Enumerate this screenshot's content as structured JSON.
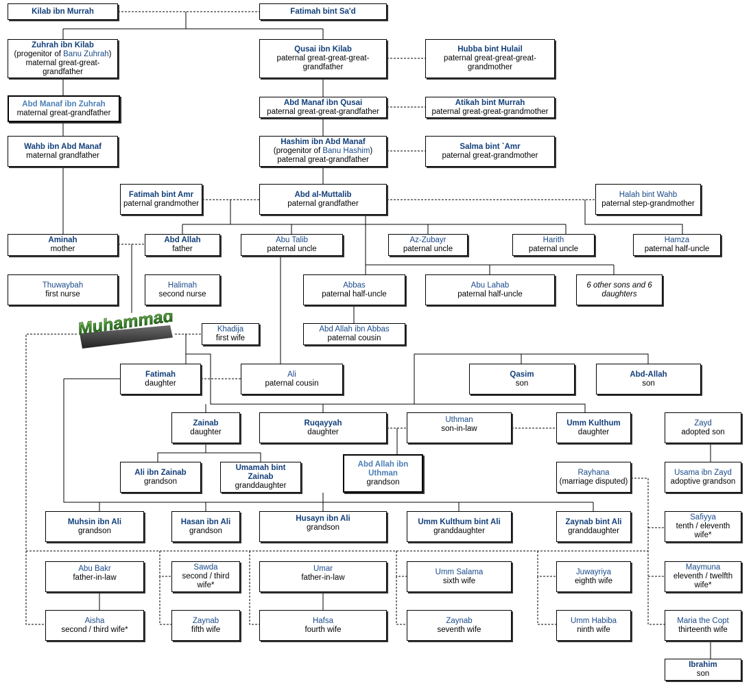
{
  "nodes": {
    "kilab": {
      "name": "Kilab ibn Murrah"
    },
    "fatimah_sad": {
      "name": "Fatimah bint Sa'd"
    },
    "zuhrah": {
      "name": "Zuhrah ibn Kilab",
      "pre": "(progenitor of ",
      "link": "Banu Zuhrah",
      "post": ")",
      "sub": "maternal great-great-grandfather"
    },
    "qusai": {
      "name": "Qusai ibn Kilab",
      "sub": "paternal great-great-great-grandfather"
    },
    "hubba": {
      "name": "Hubba bint Hulail",
      "sub": "paternal great-great-great-grandmother"
    },
    "abd_manaf_zuhrah": {
      "name": "Abd Manaf ibn Zuhrah",
      "sub": "maternal great-grandfather"
    },
    "abd_manaf_qusai": {
      "name": "Abd Manaf ibn Qusai",
      "sub": "paternal great-great-grandfather"
    },
    "atikah": {
      "name": "Atikah bint Murrah",
      "sub": "paternal great-great-grandmother"
    },
    "wahb": {
      "name": "Wahb ibn  Abd Manaf",
      "sub": "maternal grandfather"
    },
    "hashim": {
      "name": "Hashim ibn  Abd Manaf",
      "pre": "(progenitor of ",
      "link": "Banu Hashim",
      "post": ")",
      "sub": "paternal great-grandfather"
    },
    "salma": {
      "name": "Salma bint `Amr",
      "sub": "paternal great-grandmother"
    },
    "fatimah_amr": {
      "name": "Fatimah bint  Amr",
      "sub": "paternal grandmother"
    },
    "abd_muttalib": {
      "name": "Abd al-Muttalib",
      "sub": "paternal grandfather"
    },
    "halah": {
      "name": "Halah bint Wahb",
      "sub": "paternal step-grandmother"
    },
    "aminah": {
      "name": "Aminah",
      "sub": "mother"
    },
    "abd_allah": {
      "name": "Abd Allah",
      "sub": "father"
    },
    "abu_talib": {
      "name": "Abu Talib",
      "sub": "paternal uncle"
    },
    "az_zubayr": {
      "name": "Az-Zubayr",
      "sub": "paternal uncle"
    },
    "harith": {
      "name": "Harith",
      "sub": "paternal uncle"
    },
    "hamza": {
      "name": "Hamza",
      "sub": "paternal half-uncle"
    },
    "thuwaybah": {
      "name": "Thuwaybah",
      "sub": "first nurse"
    },
    "halimah": {
      "name": "Halimah",
      "sub": "second nurse"
    },
    "abbas": {
      "name": "Abbas",
      "sub": "paternal half-uncle"
    },
    "abu_lahab": {
      "name": "Abu Lahab",
      "sub": "paternal half-uncle"
    },
    "other_sons": {
      "sub": "6 other sons and 6 daughters"
    },
    "khadija": {
      "name": "Khadija",
      "sub": "first wife"
    },
    "abd_allah_abbas": {
      "name": "Abd Allah ibn  Abbas",
      "sub": "paternal cousin"
    },
    "fatimah": {
      "name": "Fatimah",
      "sub": "daughter"
    },
    "ali": {
      "name": "Ali",
      "sub": "paternal cousin"
    },
    "qasim": {
      "name": "Qasim",
      "sub": "son"
    },
    "abd_allah_son": {
      "name": "Abd-Allah",
      "sub": "son"
    },
    "zainab": {
      "name": "Zainab",
      "sub": "daughter"
    },
    "ruqayyah": {
      "name": "Ruqayyah",
      "sub": "daughter"
    },
    "uthman": {
      "name": "Uthman",
      "sub": "son-in-law"
    },
    "umm_kulthum": {
      "name": "Umm Kulthum",
      "sub": "daughter"
    },
    "zayd": {
      "name": "Zayd",
      "sub": "adopted son"
    },
    "ali_zainab": {
      "name": "Ali ibn Zainab",
      "sub": "grandson"
    },
    "umamah": {
      "name": "Umamah bint Zainab",
      "sub": "granddaughter"
    },
    "abd_allah_uthman": {
      "name": "Abd Allah ibn Uthman",
      "sub": "grandson"
    },
    "rayhana": {
      "name": "Rayhana",
      "sub": "(marriage disputed)"
    },
    "usama": {
      "name": "Usama ibn Zayd",
      "sub": "adoptive grandson"
    },
    "muhsin": {
      "name": "Muhsin ibn Ali",
      "sub": "grandson"
    },
    "hasan": {
      "name": "Hasan ibn Ali",
      "sub": "grandson"
    },
    "husayn": {
      "name": "Husayn ibn Ali",
      "sub": "grandson"
    },
    "umm_kulthum_ali": {
      "name": "Umm Kulthum bint Ali",
      "sub": "granddaughter"
    },
    "zaynab_ali": {
      "name": "Zaynab bint Ali",
      "sub": "granddaughter"
    },
    "safiyya": {
      "name": "Safiyya",
      "sub": "tenth / eleventh wife*"
    },
    "abu_bakr": {
      "name": "Abu Bakr",
      "sub": "father-in-law"
    },
    "sawda": {
      "name": "Sawda",
      "sub": "second / third wife*"
    },
    "umar": {
      "name": "Umar",
      "sub": "father-in-law"
    },
    "umm_salama": {
      "name": "Umm Salama",
      "sub": "sixth wife"
    },
    "juwayriya": {
      "name": "Juwayriya",
      "sub": "eighth wife"
    },
    "maymuna": {
      "name": "Maymuna",
      "sub": "eleventh / twelfth wife*"
    },
    "aisha": {
      "name": "Aisha",
      "sub": "second / third wife*"
    },
    "zaynab_wife": {
      "name": "Zaynab",
      "sub": "fifth wife"
    },
    "hafsa": {
      "name": "Hafsa",
      "sub": "fourth wife"
    },
    "zaynab_seventh": {
      "name": "Zaynab",
      "sub": "seventh wife"
    },
    "umm_habiba": {
      "name": "Umm Habiba",
      "sub": "ninth wife"
    },
    "maria": {
      "name": "Maria the Copt",
      "sub": "thirteenth wife"
    },
    "ibrahim": {
      "name": "Ibrahim",
      "sub": "son"
    }
  },
  "logo": {
    "text": "Muhammad"
  },
  "colors": {
    "name_dark": "#123f7a",
    "name_light": "#4a7fb5",
    "logo_green": "#3c8a2c"
  }
}
